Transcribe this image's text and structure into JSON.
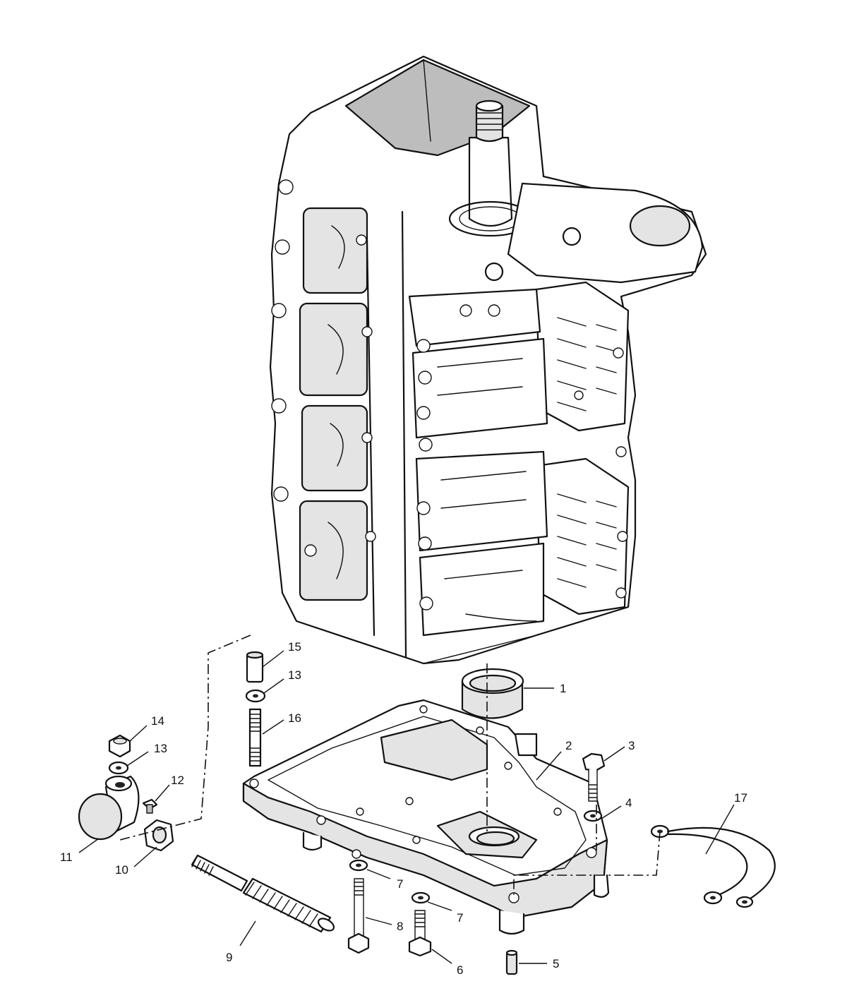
{
  "callouts": [
    {
      "id": "1",
      "label": "1"
    },
    {
      "id": "2",
      "label": "2"
    },
    {
      "id": "3",
      "label": "3"
    },
    {
      "id": "4",
      "label": "4"
    },
    {
      "id": "5",
      "label": "5"
    },
    {
      "id": "6",
      "label": "6"
    },
    {
      "id": "7a",
      "label": "7"
    },
    {
      "id": "7b",
      "label": "7"
    },
    {
      "id": "8",
      "label": "8"
    },
    {
      "id": "9",
      "label": "9"
    },
    {
      "id": "10",
      "label": "10"
    },
    {
      "id": "11",
      "label": "11"
    },
    {
      "id": "12",
      "label": "12"
    },
    {
      "id": "13a",
      "label": "13"
    },
    {
      "id": "13b",
      "label": "13"
    },
    {
      "id": "14",
      "label": "14"
    },
    {
      "id": "15",
      "label": "15"
    },
    {
      "id": "16",
      "label": "16"
    },
    {
      "id": "17",
      "label": "17"
    }
  ]
}
